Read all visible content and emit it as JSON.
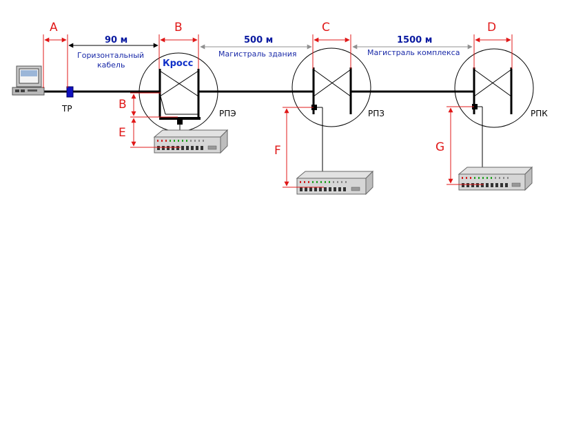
{
  "labels": {
    "A": "A",
    "B": "B",
    "C": "C",
    "D": "D",
    "E": "E",
    "F": "F",
    "G": "G",
    "B2": "B"
  },
  "distances": {
    "horizontal": "90 м",
    "building": "500 м",
    "campus": "1500 м"
  },
  "segments": {
    "horizontal_line1": "Горизонтальный",
    "horizontal_line2": "кабель",
    "building": "Магистраль здания",
    "campus": "Магистраль комплекса"
  },
  "nodes": {
    "tp": "ТР",
    "floor": "РПЭ",
    "building": "РПЗ",
    "campus": "РПК"
  },
  "cross": "Кросс",
  "colors": {
    "dimension": "#e01818",
    "distance_text": "#0a1aa0",
    "segment_text": "#1a2aa8",
    "cable": "#000000",
    "outlet": "#1010c0"
  }
}
